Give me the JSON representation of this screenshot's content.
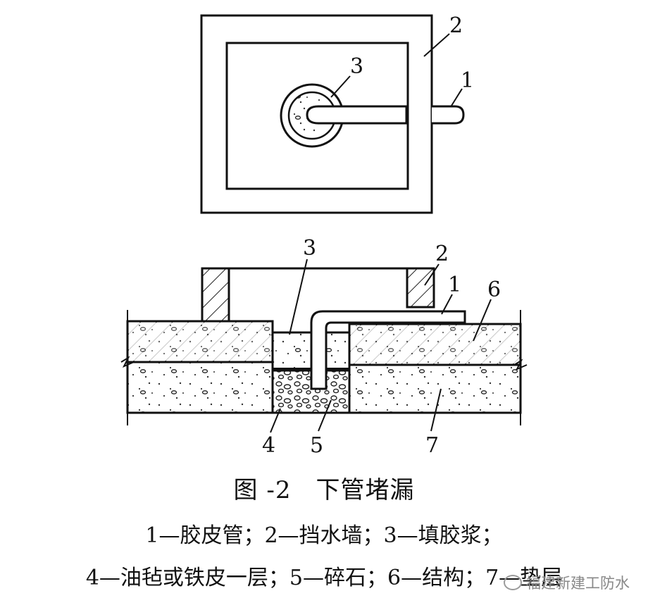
{
  "diagram": {
    "labels": {
      "top_1": "1",
      "top_2": "2",
      "top_3": "3",
      "sec_1": "1",
      "sec_2": "2",
      "sec_3": "3",
      "sec_4": "4",
      "sec_5": "5",
      "sec_6": "6",
      "sec_7": "7"
    }
  },
  "caption": {
    "title": "图 -2　下管堵漏",
    "legend_line1": "1—胶皮管；2—挡水墙；3—填胶浆；",
    "legend_line2": "4—油毡或铁皮一层；5—碎石；6—结构；7—垫层"
  },
  "watermark": {
    "text": "福建新建工防水",
    "icon": "wechat-icon"
  }
}
